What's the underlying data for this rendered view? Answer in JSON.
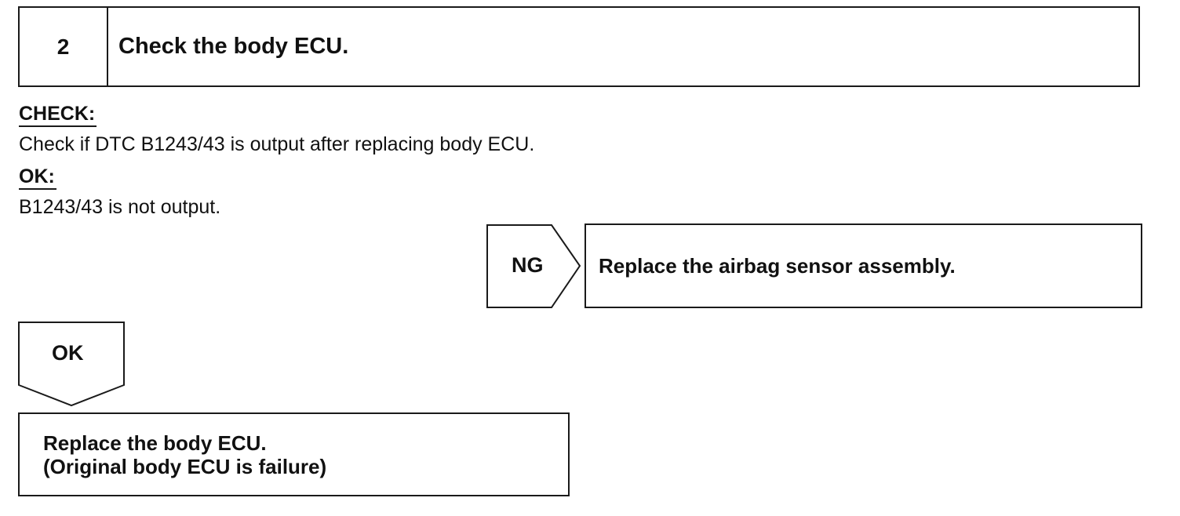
{
  "step": {
    "number": "2",
    "title": "Check the body ECU."
  },
  "check": {
    "label": "CHECK:",
    "text": "Check if DTC B1243/43 is output after replacing body ECU."
  },
  "ok_condition": {
    "label": "OK:",
    "text": "B1243/43 is not output."
  },
  "ng_branch": {
    "label": "NG",
    "action": "Replace the airbag sensor assembly."
  },
  "ok_branch": {
    "label": "OK",
    "action_line1": "Replace the body ECU.",
    "action_line2": "(Original body ECU is failure)"
  }
}
